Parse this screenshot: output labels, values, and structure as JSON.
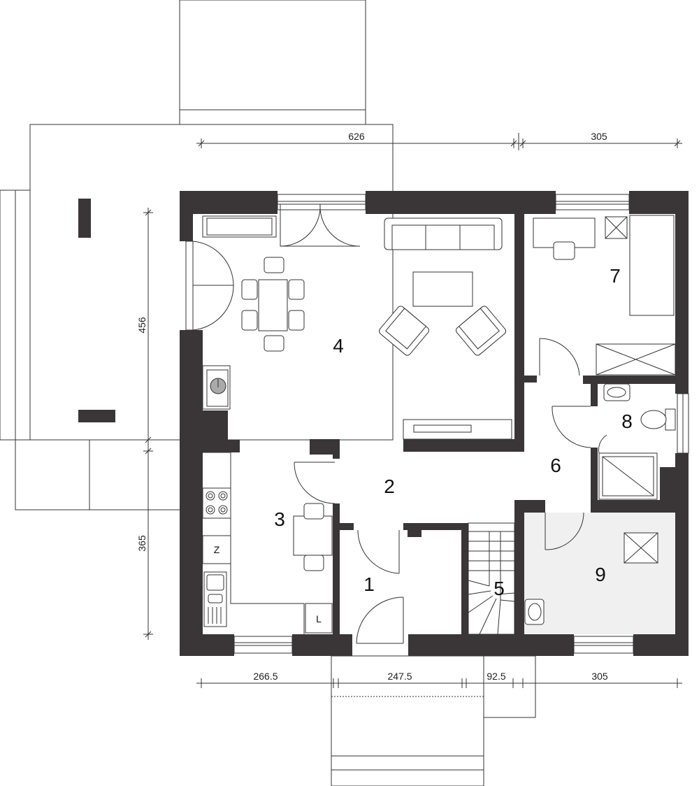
{
  "dimensions": {
    "top_left": "626",
    "top_right": "305",
    "bottom_1": "266.5",
    "bottom_2": "247.5",
    "bottom_3": "92.5",
    "bottom_4": "305",
    "left_upper": "456",
    "left_lower": "365"
  },
  "rooms": {
    "r1": "1",
    "r2": "2",
    "r3": "3",
    "r4": "4",
    "r5": "5",
    "r6": "6",
    "r7": "7",
    "r8": "8",
    "r9": "9"
  },
  "appliances": {
    "fridge": "Z",
    "washer": "L"
  },
  "colors": {
    "wall": "#3a3537",
    "utility_floor": "#f0f0f0"
  }
}
